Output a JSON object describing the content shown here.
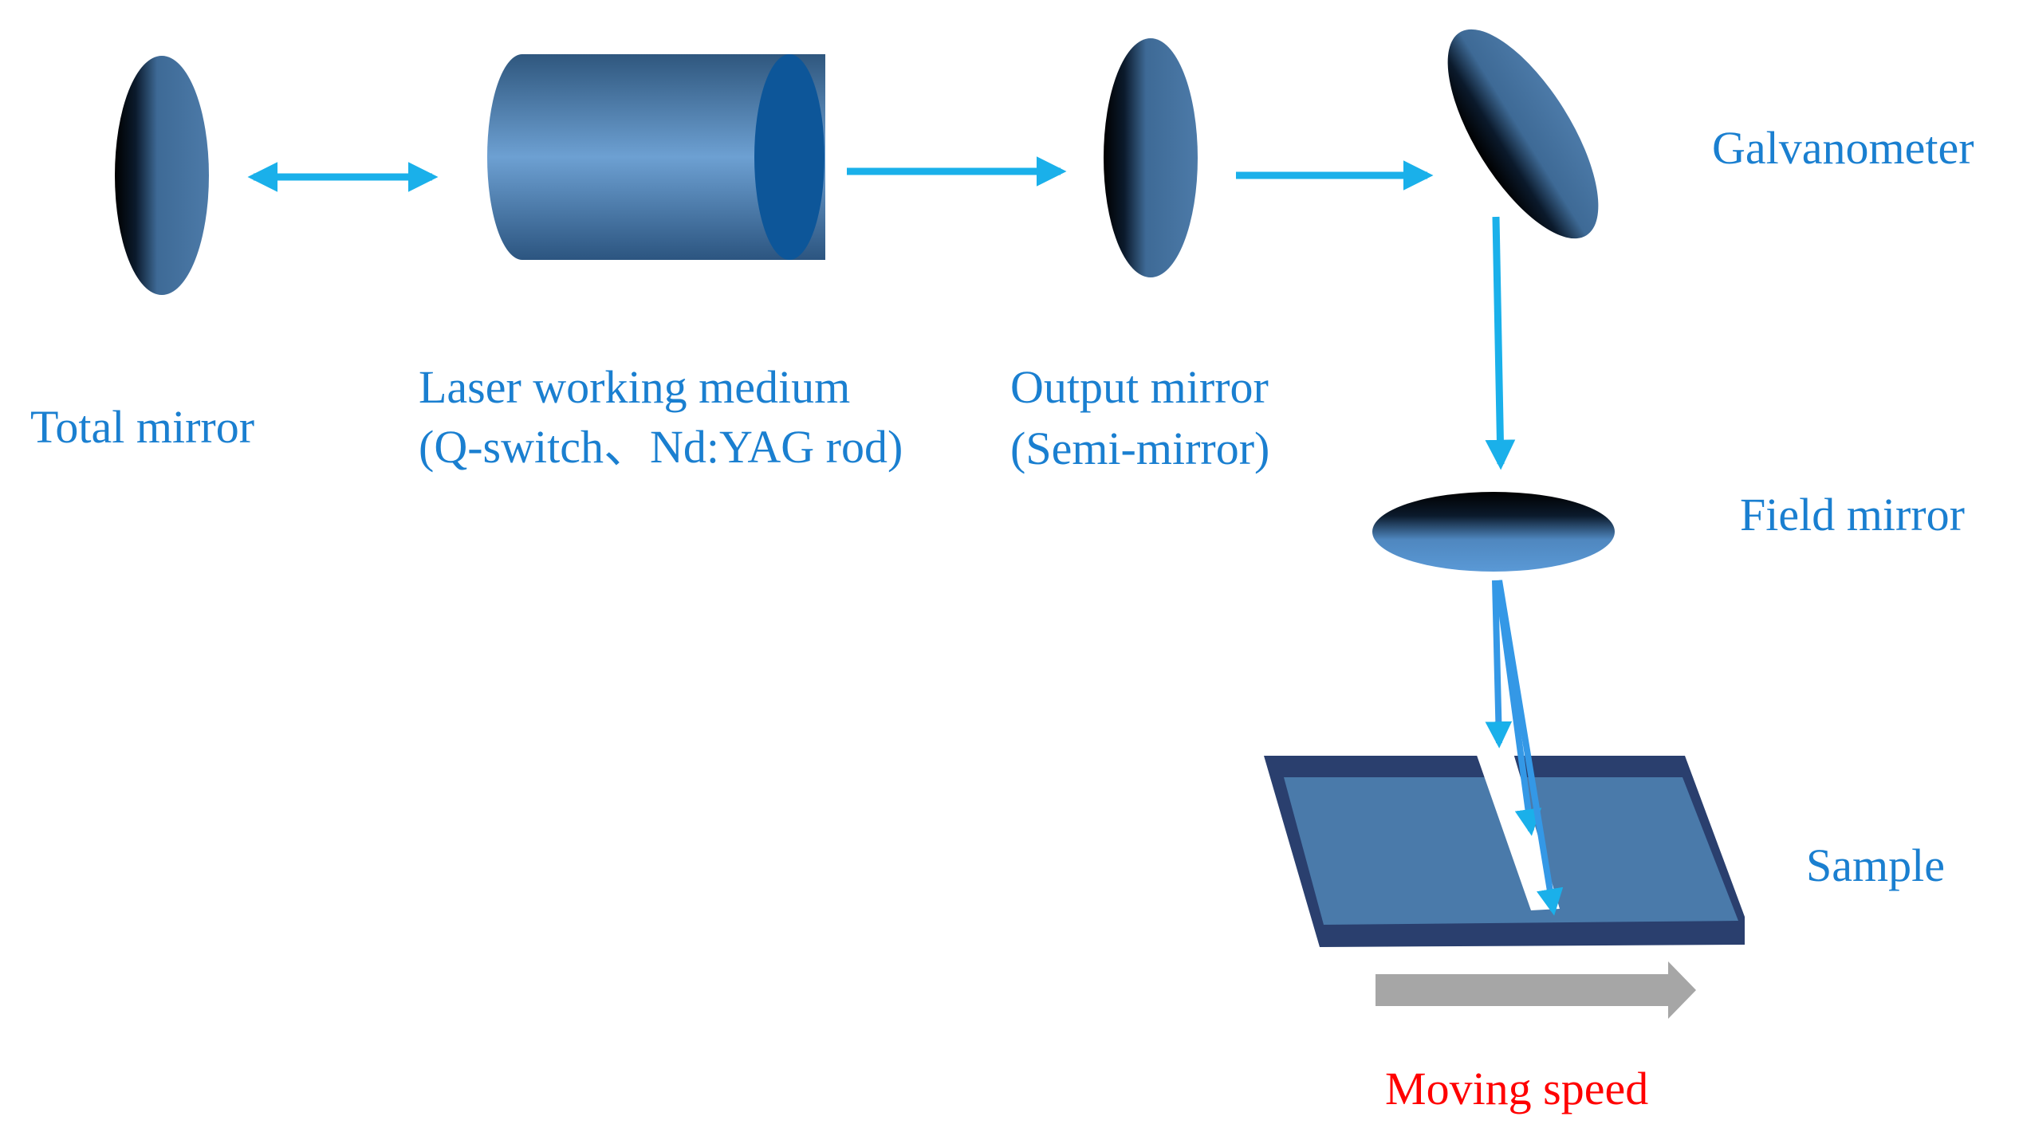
{
  "labels": {
    "total_mirror": "Total mirror",
    "laser_medium_line1": "Laser working medium",
    "laser_medium_line2": "(Q-switch、Nd:YAG rod)",
    "output_mirror_line1": "Output mirror",
    "output_mirror_line2": "(Semi-mirror)",
    "galvanometer": "Galvanometer",
    "field_mirror": "Field mirror",
    "sample": "Sample",
    "moving_speed": "Moving speed"
  },
  "colors": {
    "label_text": "#1a7fd0",
    "moving_speed_text": "#ff0000",
    "beam": "#1ab0ea",
    "optic_body": "#4a7aa8",
    "cylinder_face": "#0d5699",
    "sample_top": "#4a7aaa",
    "sample_edge": "#2a3f6e",
    "motion_arrow": "#a6a6a6"
  }
}
